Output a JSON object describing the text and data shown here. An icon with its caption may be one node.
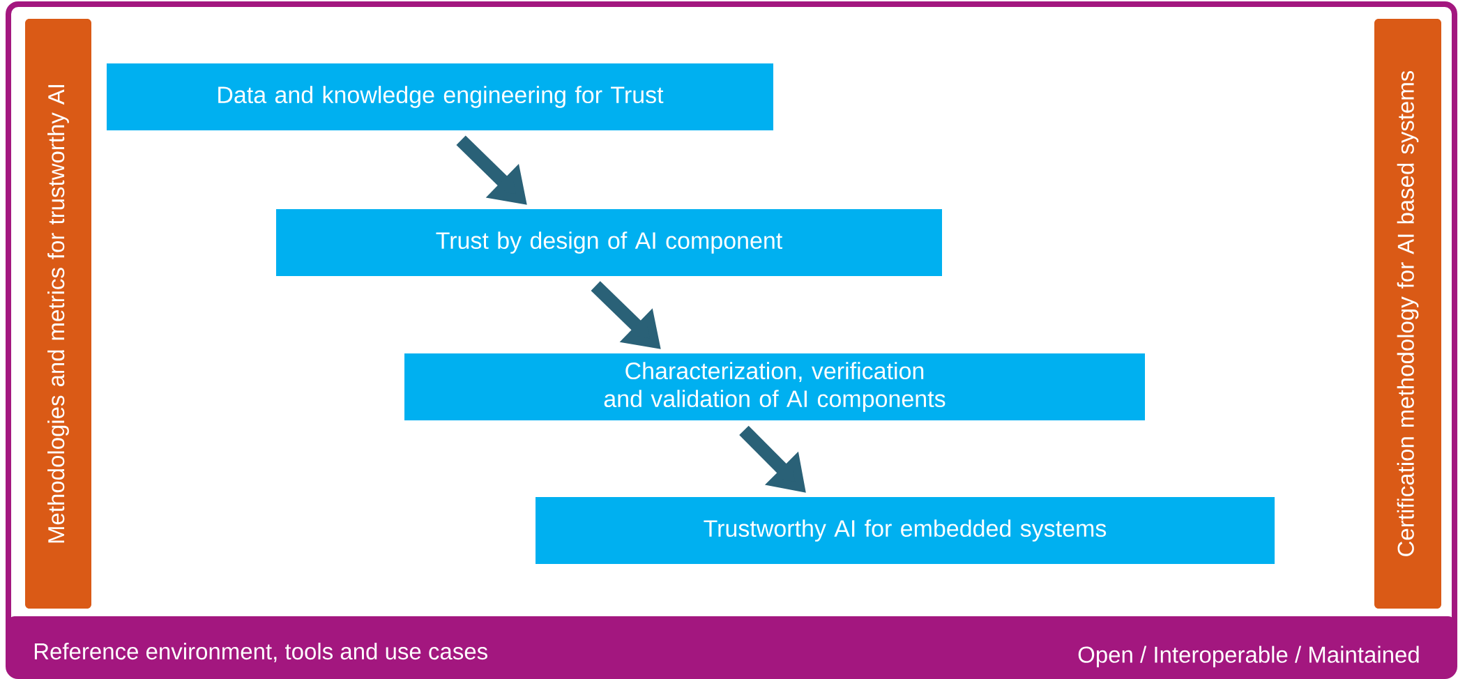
{
  "diagram": {
    "nodes": [
      {
        "text": [
          "Methodologies and metrics for trustworthy AI"
        ]
      },
      {
        "text": [
          "Data and knowledge engineering for Trust"
        ]
      },
      {
        "text": [
          "Trust by design of AI component"
        ]
      },
      {
        "text": [
          "Characterization, verification and validation of AI components"
        ]
      },
      {
        "text": [
          "Trustworthy AI for embedded systems"
        ]
      },
      {
        "text": [
          "Certification methodology for AI based systems"
        ]
      },
      {
        "text": [
          "Reference environment, tools and use cases",
          "Open / Interoperable / Maintained"
        ]
      }
    ],
    "edges": [
      {
        "from": 1,
        "to": 2,
        "arrow": "to"
      },
      {
        "from": 2,
        "to": 3,
        "arrow": "to"
      },
      {
        "from": 3,
        "to": 4,
        "arrow": "to"
      }
    ]
  }
}
